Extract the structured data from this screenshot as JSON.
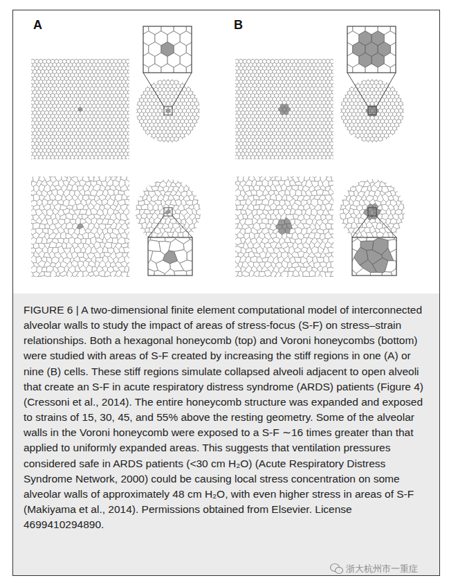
{
  "diagram": {
    "caption": "FIGURE 6 | A two-dimensional finite element computational model of interconnected alveolar walls to study the impact of areas of stress-focus (S-F) on stress–strain relationships. Both a hexagonal honeycomb (top) and Voroni honeycombs (bottom) were studied with areas of S-F created by increasing the stiff regions in one (A) or nine (B) cells. These stiff regions simulate collapsed alveoli adjacent to open alveoli that create an S-F in acute respiratory distress syndrome (ARDS) patients (Figure 4) (Cressoni et al., 2014). The entire honeycomb structure was expanded and exposed to strains of 15, 30, 45, and 55% above the resting geometry. Some of the alveolar walls in the Voroni honeycomb were exposed to a S-F ∼16 times greater than that applied to uniformly expanded areas. This suggests that ventilation pressures considered safe in ARDS patients (<30 cm H₂O) (Acute Respiratory Distress Syndrome Network, 2000) could be causing local stress concentration on some alveolar walls of approximately 48 cm H₂O, with even higher stress in areas of S-F (Makiyama et al., 2014). Permissions obtained from Elsevier. License 4699410294890.",
    "labels": [
      "A",
      "B",
      "浙大杭州市一重症"
    ]
  }
}
